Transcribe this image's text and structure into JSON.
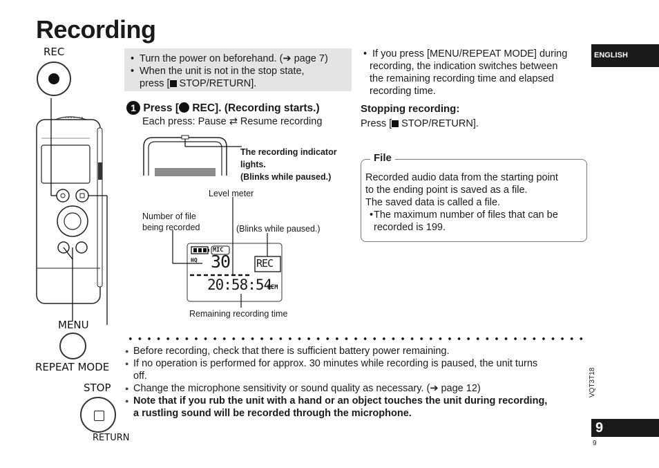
{
  "title": "Recording",
  "buttons": {
    "rec": "REC",
    "menu": "MENU",
    "repeat_mode": "REPEAT MODE",
    "stop": "STOP",
    "return": "RETURN"
  },
  "prereq": {
    "items": [
      "Turn the power on beforehand. (➔ page 7)",
      "When the unit is not in the stop state,",
      "press [",
      " STOP/RETURN]."
    ]
  },
  "step1": {
    "number": "1",
    "heading_pre": "Press [",
    "heading_post": " REC]. (Recording starts.)",
    "sub_pre": "Each press: Pause ",
    "sub_arrow": "⇄",
    "sub_post": " Resume recording"
  },
  "diagram": {
    "indicator_line1": "The recording indicator",
    "indicator_line2": "lights.",
    "indicator_line3": "(Blinks while paused.)",
    "level_meter": "Level meter",
    "file_num_line1": "Number of file",
    "file_num_line2": "being recorded",
    "blinks": "(Blinks while paused.)",
    "remaining": "Remaining recording time",
    "lcd": {
      "mic": "MIC",
      "hq": "HQ",
      "file_no": "30",
      "rec": "REC",
      "time": "20:58:54",
      "rem": "REM"
    }
  },
  "right_note": {
    "line1": "If you press [MENU/REPEAT MODE] during",
    "line2": "recording, the indication switches between",
    "line3": "the remaining recording time and elapsed",
    "line4": "recording time."
  },
  "stopping": {
    "heading": "Stopping recording:",
    "text_pre": "Press [",
    "text_post": " STOP/RETURN]."
  },
  "file_box": {
    "heading": "File",
    "line1": "Recorded audio data from the starting point",
    "line2": "to the ending point is saved as a file.",
    "line3": "The saved data is called a file.",
    "bullet1": "The maximum number of files that can be",
    "bullet2": "recorded is 199."
  },
  "notes": {
    "n1": "Before recording, check that there is sufficient battery power remaining.",
    "n2a": "If no operation is performed for approx. 30 minutes while recording is paused, the unit turns",
    "n2b": "off.",
    "n3": "Change the microphone sensitivity or sound quality as necessary. (➔ page 12)",
    "n4a": "Note that if you rub the unit with a hand or an object touches the unit during recording,",
    "n4b": "a rustling sound will be recorded through the microphone."
  },
  "side": {
    "language": "ENGLISH",
    "code": "VQT3T18",
    "page_tab": "9",
    "page_num": "9"
  }
}
